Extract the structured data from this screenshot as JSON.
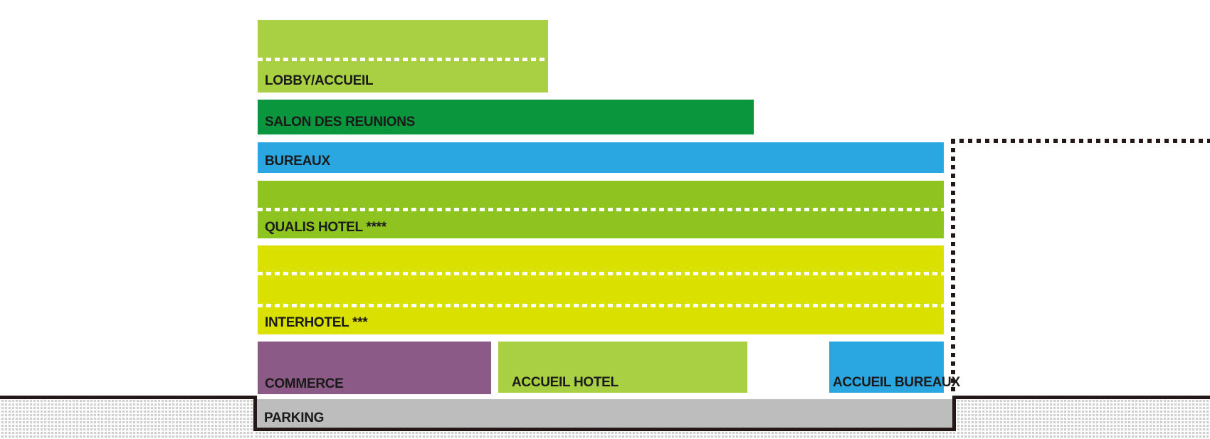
{
  "diagram": {
    "floors": [
      {
        "id": "lobby",
        "label": "LOBBY/ACCUEIL",
        "color": "#a9d042"
      },
      {
        "id": "salon",
        "label": "SALON DES REUNIONS",
        "color": "#0a963d"
      },
      {
        "id": "bureaux",
        "label": "BUREAUX",
        "color": "#2aa7e0"
      },
      {
        "id": "qualis",
        "label": "QUALIS HOTEL ****",
        "color": "#8dc420"
      },
      {
        "id": "interhotel",
        "label": "INTERHOTEL ***",
        "color": "#dae000"
      }
    ],
    "ground_floor": [
      {
        "id": "commerce",
        "label": "COMMERCE",
        "color": "#8b5a86"
      },
      {
        "id": "accueil-hotel",
        "label": "ACCUEIL HOTEL",
        "color": "#a9d042"
      },
      {
        "id": "accueil-bureaux",
        "label": "ACCUEIL BUREAUX",
        "color": "#2aa7e0"
      }
    ],
    "basement": {
      "id": "parking",
      "label": "PARKING",
      "color": "#bdbdbd"
    },
    "outline_color": "#231815"
  }
}
